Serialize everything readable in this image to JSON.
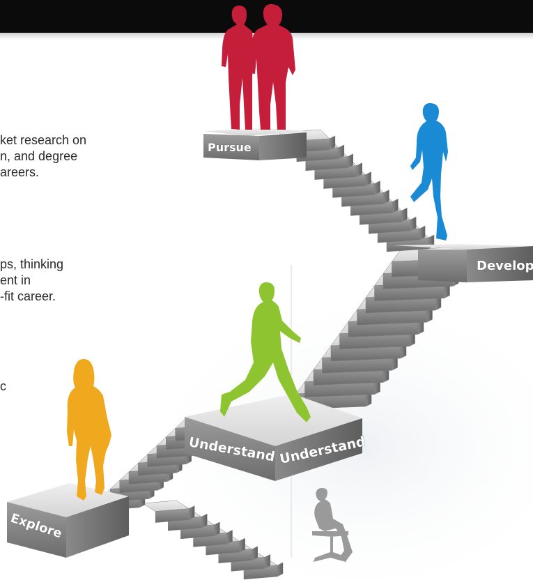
{
  "text_blocks": [
    {
      "lines": [
        "ket research on",
        "n, and degree",
        "areers."
      ]
    },
    {
      "lines": [
        "ps, thinking",
        "ent in",
        "-fit career."
      ]
    },
    {
      "lines": [
        "c",
        "",
        "",
        "",
        "",
        ""
      ]
    }
  ],
  "steps": {
    "explore": "Explore",
    "understand_left": "Understand",
    "understand_right": "Understand",
    "develop": "Develop",
    "pursue": "Pursue"
  },
  "colors": {
    "pursue_figures": "#c41e3a",
    "develop_figure": "#1a8ad4",
    "understand_figure": "#8fc431",
    "explore_figure": "#f0a81e",
    "sitting_figure": "#9a9a9a"
  }
}
